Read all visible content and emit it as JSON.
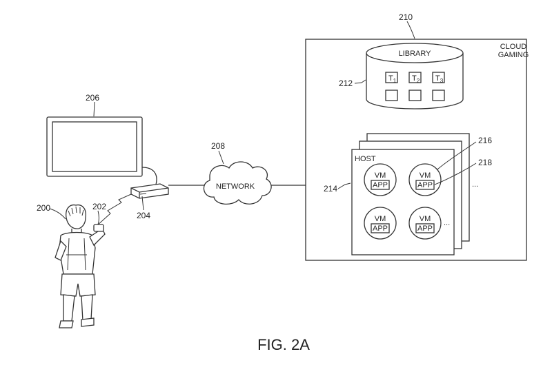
{
  "figure": {
    "caption": "FIG. 2A",
    "refs": {
      "user": "200",
      "controller": "202",
      "console": "204",
      "display": "206",
      "network": "208",
      "cloud": "210",
      "library": "212",
      "host": "214",
      "vm": "216",
      "app": "218"
    },
    "labels": {
      "network": "NETWORK",
      "cloud_line1": "CLOUD",
      "cloud_line2": "GAMING",
      "library": "LIBRARY",
      "host": "HOST",
      "vm": "VM",
      "app": "APP",
      "titles": [
        {
          "base": "T",
          "sub": "1"
        },
        {
          "base": "T",
          "sub": "2"
        },
        {
          "base": "T",
          "sub": "3"
        }
      ],
      "ellipsis": "..."
    }
  }
}
